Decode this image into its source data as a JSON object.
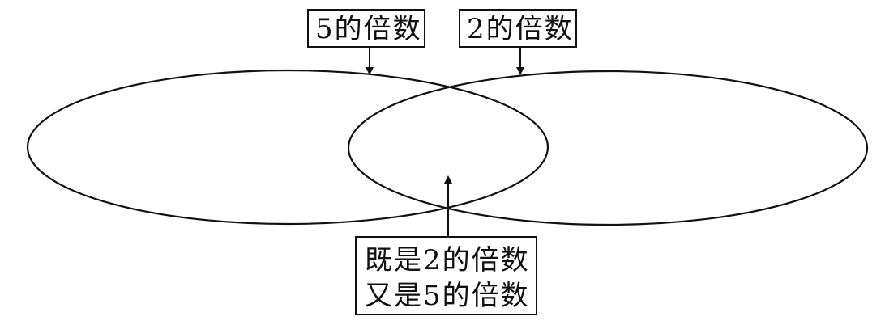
{
  "labels": {
    "multiples_of_5": "5的倍数",
    "multiples_of_2": "2的倍数",
    "both_line1": "既是2的倍数",
    "both_line2": "又是5的倍数"
  },
  "colors": {
    "stroke": "#111111",
    "background": "#ffffff"
  }
}
